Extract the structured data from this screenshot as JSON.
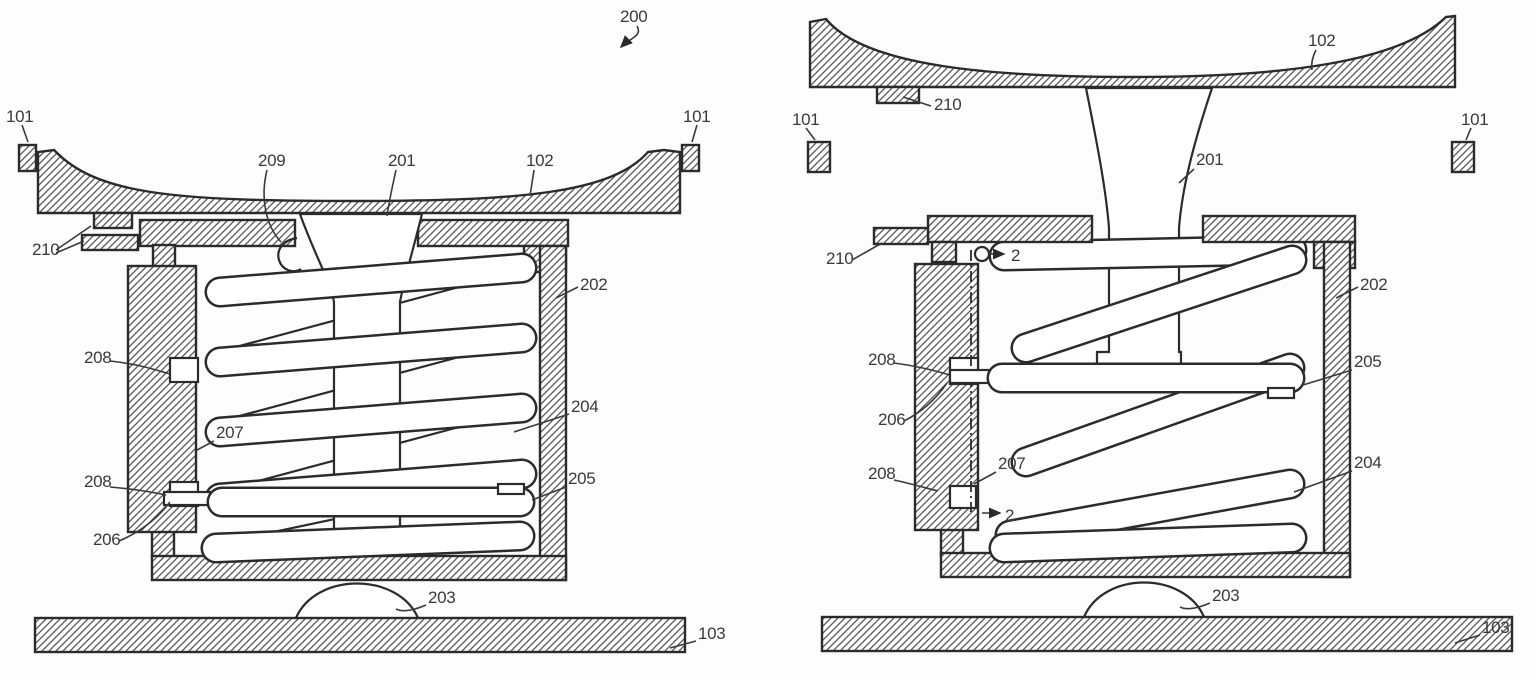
{
  "figure_type": "patent-cross-section-diagram",
  "colors": {
    "ink": "#2b2b2b",
    "label": "#3a3a3a",
    "background": "#fdfdfd"
  },
  "left_view": {
    "description": "key mechanism compressed (key pressed)",
    "labels": {
      "assembly": "200",
      "clip_left": "101",
      "clip_right": "101",
      "spring_end": "209",
      "stem": "201",
      "keycap": "102",
      "flange": "210",
      "housing": "202",
      "notch_upper": "208",
      "ledge": "207",
      "coil": "204",
      "notch_lower": "208",
      "bar": "205",
      "pin": "206",
      "dome": "203",
      "base": "103"
    }
  },
  "right_view": {
    "description": "key mechanism extended (key released)",
    "labels": {
      "keycap": "102",
      "flange_top": "210",
      "clip_left": "101",
      "clip_right": "101",
      "stem": "201",
      "flange_side": "210",
      "housing": "202",
      "section_top": "2",
      "notch_upper": "208",
      "bar": "205",
      "pin": "206",
      "ledge": "207",
      "notch_lower": "208",
      "coil": "204",
      "section_bottom": "2",
      "dome": "203",
      "base": "103"
    }
  }
}
